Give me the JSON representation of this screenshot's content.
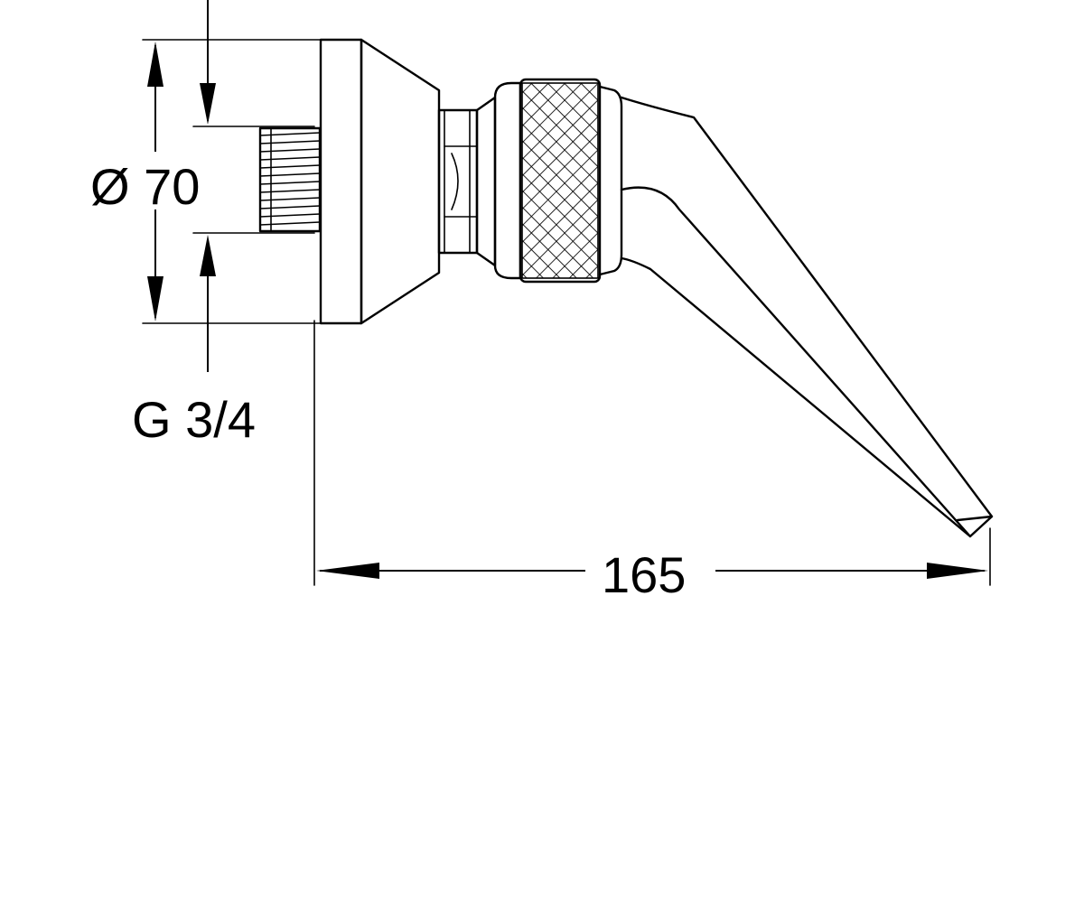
{
  "dimensions": {
    "diameter": "Ø 70",
    "thread": "G 3/4",
    "length": "165"
  }
}
